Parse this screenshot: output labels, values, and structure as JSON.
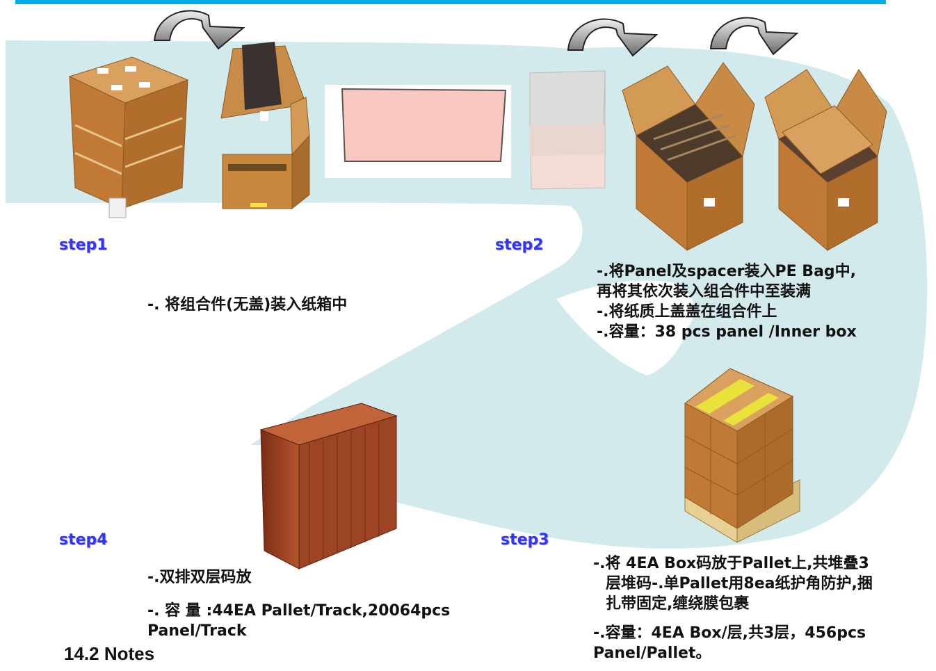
{
  "steps": {
    "step1": "step1",
    "step2": "step2",
    "step3": "step3",
    "step4": "step4"
  },
  "step1_text": "-. 将组合件(无盖)装入纸箱中",
  "step2_text": {
    "line1": "-.将Panel及spacer装入PE  Bag中,",
    "line2": "再将其依次装入组合件中至装满",
    "line3": "-.将纸质上盖盖在组合件上",
    "line4": "-.容量：38 pcs panel /Inner box"
  },
  "step3_text": {
    "line1": "-.将  4EA  Box码放于Pallet上,共堆叠3",
    "line2": "层堆码-.单Pallet用8ea纸护角防护,捆",
    "line3": "扎带固定,缠绕膜包裹",
    "line4": "-.容量：4EA  Box/层,共3层，456pcs",
    "line5": "Panel/Pallet。"
  },
  "step4_text": {
    "line1": "-.双排双层码放",
    "line2": "-.  容  量  :44EA    Pallet/Track,20064pcs",
    "line3": "Panel/Track"
  },
  "notes_heading": "14.2  Notes",
  "colors": {
    "accent_bar": "#00aeef",
    "flow_band": "#d2eaec",
    "step_label": "#3333ff",
    "carton": "#c8873c",
    "panel_pink": "#f9c8c0",
    "container": "#a84a28",
    "tape": "#e8e23a"
  },
  "icons": [
    "curved-arrow-icon"
  ]
}
